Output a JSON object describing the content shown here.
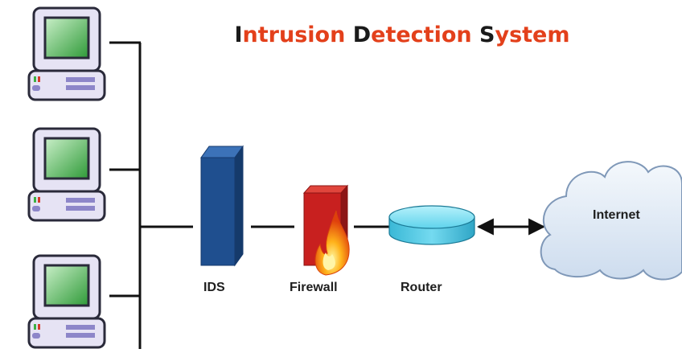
{
  "diagram": {
    "title": {
      "words": [
        {
          "cap": "I",
          "rest": "ntrusion"
        },
        {
          "cap": "D",
          "rest": "etection"
        },
        {
          "cap": "S",
          "rest": "ystem"
        }
      ]
    },
    "nodes": {
      "ids": "IDS",
      "firewall": "Firewall",
      "router": "Router",
      "internet": "Internet"
    },
    "computers": [
      {
        "icon": "desktop-computer-icon"
      },
      {
        "icon": "desktop-computer-icon"
      },
      {
        "icon": "desktop-computer-icon"
      }
    ],
    "colors": {
      "title_accent": "#e3401b",
      "ids": "#1f4f8f",
      "firewall": "#c8201f",
      "router": "#4fd0ea",
      "cloud": "#dde8f4",
      "screen": "#3fa843"
    }
  }
}
